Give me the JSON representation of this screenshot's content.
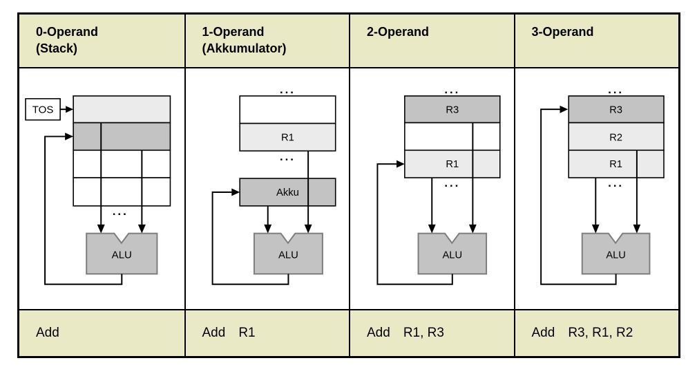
{
  "colors": {
    "page-bg": "#ffffff",
    "band-bg": "#e9e9c5",
    "cell-light": "#ebebeb",
    "cell-mid": "#c3c3c3",
    "alu-stroke": "#7d7d7d",
    "border": "#000000"
  },
  "columns": [
    {
      "header_line1": "0-Operand",
      "header_line2": "(Stack)",
      "labels": {
        "tos": "TOS",
        "alu": "ALU",
        "ellipsis_bottom": "..."
      },
      "instruction": {
        "mnemonic": "Add",
        "operands": ""
      }
    },
    {
      "header_line1": "1-Operand",
      "header_line2": "(Akkumulator)",
      "labels": {
        "ellipsis_top": "...",
        "reg": "R1",
        "ellipsis_mid": "...",
        "akku": "Akku",
        "alu": "ALU"
      },
      "instruction": {
        "mnemonic": "Add",
        "operands": "R1"
      }
    },
    {
      "header_line1": "2-Operand",
      "header_line2": "",
      "labels": {
        "ellipsis_top": "...",
        "reg_top": "R3",
        "reg_bottom": "R1",
        "ellipsis_mid": "...",
        "alu": "ALU"
      },
      "instruction": {
        "mnemonic": "Add",
        "operands": "R1, R3"
      }
    },
    {
      "header_line1": "3-Operand",
      "header_line2": "",
      "labels": {
        "ellipsis_top": "...",
        "reg_top": "R3",
        "reg_mid": "R2",
        "reg_bottom": "R1",
        "ellipsis_mid": "...",
        "alu": "ALU"
      },
      "instruction": {
        "mnemonic": "Add",
        "operands": "R3, R1, R2"
      }
    }
  ]
}
